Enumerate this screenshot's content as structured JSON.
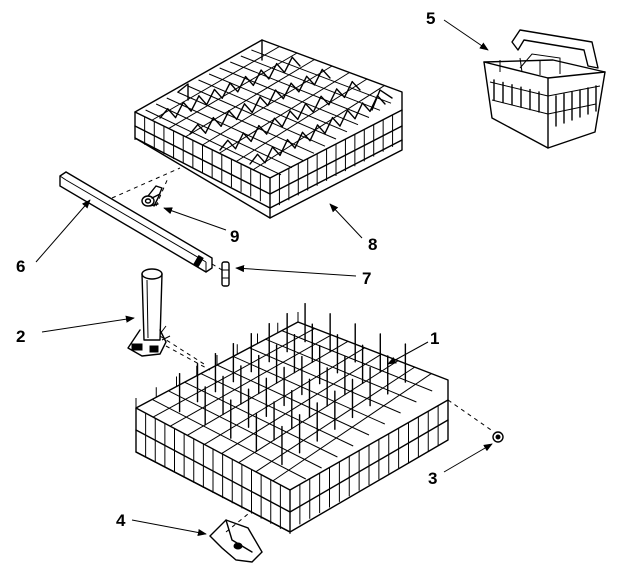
{
  "callouts": [
    {
      "id": "1",
      "text": "1"
    },
    {
      "id": "2",
      "text": "2"
    },
    {
      "id": "3",
      "text": "3"
    },
    {
      "id": "4",
      "text": "4"
    },
    {
      "id": "5",
      "text": "5"
    },
    {
      "id": "6",
      "text": "6"
    },
    {
      "id": "7",
      "text": "7"
    },
    {
      "id": "8",
      "text": "8"
    },
    {
      "id": "9",
      "text": "9"
    }
  ],
  "colors": {
    "ink": "#000000",
    "background": "#ffffff"
  }
}
